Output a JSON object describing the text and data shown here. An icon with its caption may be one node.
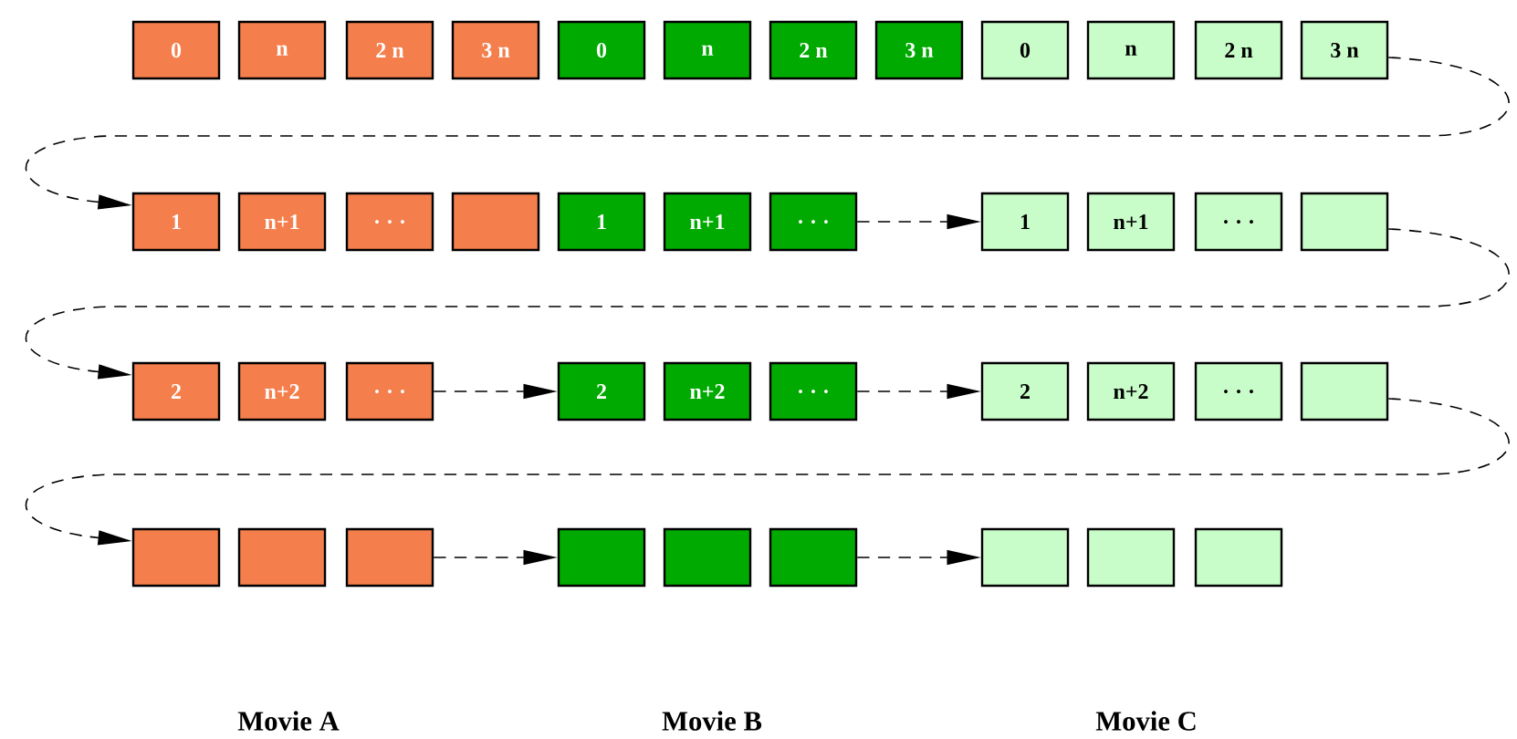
{
  "diagram": {
    "nodes": [
      {
        "text": [
          "0"
        ]
      },
      {
        "text": [
          "n"
        ]
      },
      {
        "text": [
          "2 n"
        ]
      },
      {
        "text": [
          "3 n"
        ]
      },
      {
        "text": [
          "0"
        ]
      },
      {
        "text": [
          "n"
        ]
      },
      {
        "text": [
          "2 n"
        ]
      },
      {
        "text": [
          "3 n"
        ]
      },
      {
        "text": [
          "0"
        ]
      },
      {
        "text": [
          "n"
        ]
      },
      {
        "text": [
          "2 n"
        ]
      },
      {
        "text": [
          "3 n"
        ]
      },
      {
        "text": [
          "1"
        ]
      },
      {
        "text": [
          "n+1"
        ]
      },
      {
        "text": [
          ". . ."
        ]
      },
      {
        "text": [],
        "shape": "box"
      },
      {
        "text": [
          "1"
        ]
      },
      {
        "text": [
          "n+1"
        ]
      },
      {
        "text": [
          ". . ."
        ]
      },
      {
        "text": [
          "1"
        ]
      },
      {
        "text": [
          "n+1"
        ]
      },
      {
        "text": [
          ". . ."
        ]
      },
      {
        "text": [],
        "shape": "box"
      },
      {
        "text": [
          "2"
        ]
      },
      {
        "text": [
          "n+2"
        ]
      },
      {
        "text": [
          ". . ."
        ]
      },
      {
        "text": [
          "2"
        ]
      },
      {
        "text": [
          "n+2"
        ]
      },
      {
        "text": [
          ". . ."
        ]
      },
      {
        "text": [
          "2"
        ]
      },
      {
        "text": [
          "n+2"
        ]
      },
      {
        "text": [
          ". . ."
        ]
      },
      {
        "text": [],
        "shape": "box"
      },
      {
        "text": [],
        "shape": "box"
      },
      {
        "text": [],
        "shape": "box"
      },
      {
        "text": [],
        "shape": "box"
      },
      {
        "text": [],
        "shape": "box"
      },
      {
        "text": [],
        "shape": "box"
      },
      {
        "text": [],
        "shape": "box"
      },
      {
        "text": [],
        "shape": "box"
      },
      {
        "text": [],
        "shape": "box"
      },
      {
        "text": [],
        "shape": "box"
      }
    ],
    "edges": [
      {
        "from": 11,
        "to": 12,
        "arrow": "to",
        "style": "dashed"
      },
      {
        "from": 18,
        "to": 19,
        "arrow": "to",
        "style": "dashed"
      },
      {
        "from": 22,
        "to": 23,
        "arrow": "to",
        "style": "dashed"
      },
      {
        "from": 25,
        "to": 26,
        "arrow": "to",
        "style": "dashed"
      },
      {
        "from": 28,
        "to": 29,
        "arrow": "to",
        "style": "dashed"
      },
      {
        "from": 32,
        "to": 33,
        "arrow": "to",
        "style": "dashed"
      },
      {
        "from": 35,
        "to": 36,
        "arrow": "to",
        "style": "dashed"
      },
      {
        "from": 38,
        "to": 39,
        "arrow": "to",
        "style": "dashed"
      }
    ],
    "labels": [
      "Movie  A",
      "Movie  B",
      "Movie  C"
    ]
  }
}
